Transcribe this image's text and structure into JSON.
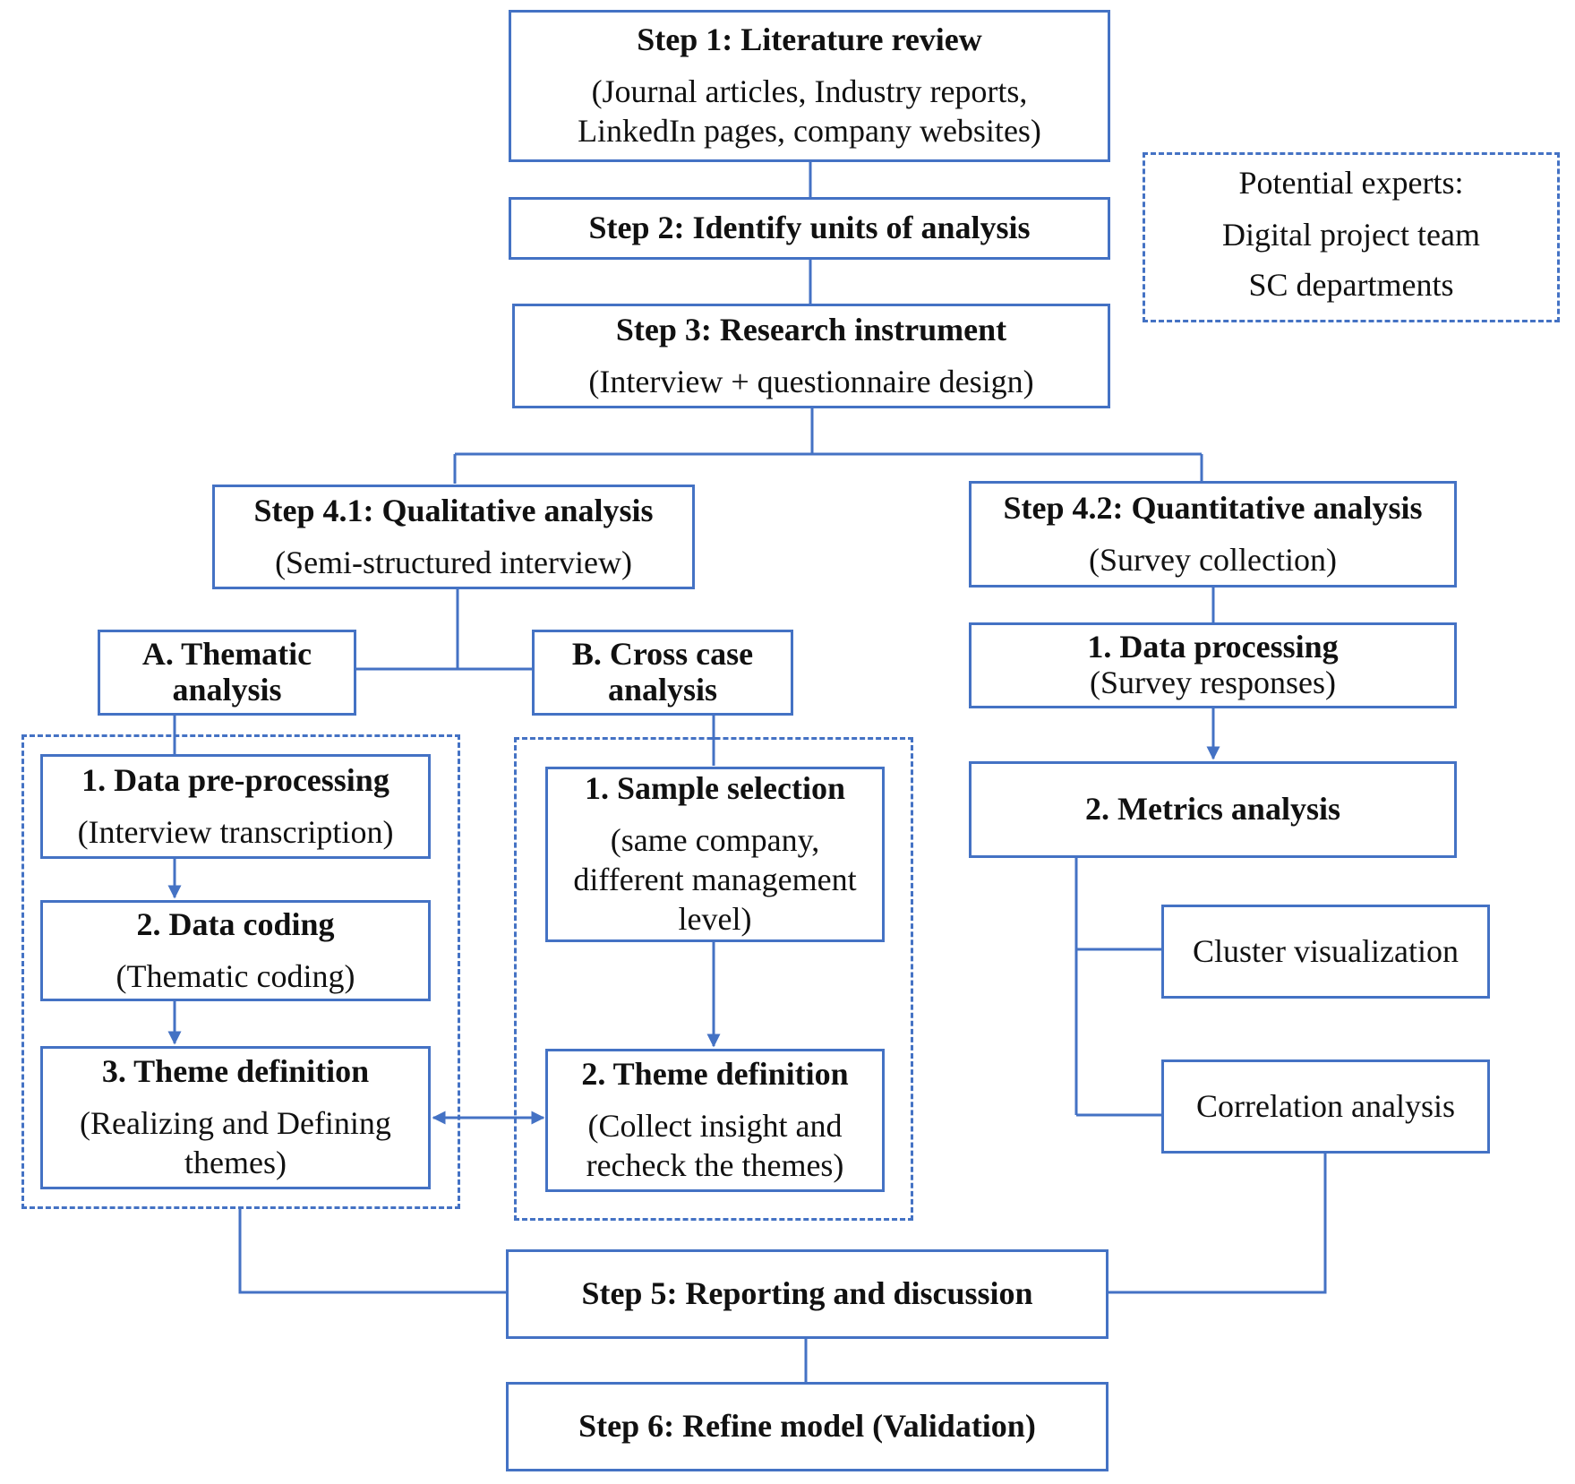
{
  "colors": {
    "line": "#4472c4",
    "text": "#111111",
    "background": "#ffffff"
  },
  "step1": {
    "title": "Step 1: Literature review",
    "sub1": "(Journal articles, Industry reports,",
    "sub2": "LinkedIn pages, company websites)"
  },
  "step2": {
    "title": "Step 2: Identify units of analysis"
  },
  "experts": {
    "line1": "Potential experts:",
    "line2": "Digital project team",
    "line3": "SC departments"
  },
  "step3": {
    "title": "Step 3: Research instrument",
    "sub": "(Interview + questionnaire design)"
  },
  "step41": {
    "title": "Step 4.1: Qualitative analysis",
    "sub": "(Semi-structured interview)"
  },
  "step42": {
    "title": "Step 4.2: Quantitative analysis",
    "sub": "(Survey collection)"
  },
  "thematic": {
    "title1": "A. Thematic",
    "title2": "analysis",
    "pre": {
      "title": "1. Data pre-processing",
      "sub": "(Interview transcription)"
    },
    "coding": {
      "title": "2. Data coding",
      "sub": "(Thematic coding)"
    },
    "theme": {
      "title": "3. Theme definition",
      "sub1": "(Realizing and Defining",
      "sub2": "themes)"
    }
  },
  "crosscase": {
    "title1": "B. Cross case",
    "title2": "analysis",
    "sample": {
      "title": "1. Sample selection",
      "sub1": "(same company,",
      "sub2": "different management",
      "sub3": "level)"
    },
    "theme": {
      "title": "2. Theme definition",
      "sub1": "(Collect insight and",
      "sub2": "recheck the themes)"
    }
  },
  "quant": {
    "processing": {
      "title": "1. Data processing",
      "sub": "(Survey responses)"
    },
    "metrics": {
      "title": "2. Metrics analysis"
    },
    "cluster": {
      "label": "Cluster visualization"
    },
    "correlation": {
      "label": "Correlation analysis"
    }
  },
  "step5": {
    "title": "Step 5: Reporting and discussion"
  },
  "step6": {
    "title": "Step 6: Refine model (Validation)"
  }
}
